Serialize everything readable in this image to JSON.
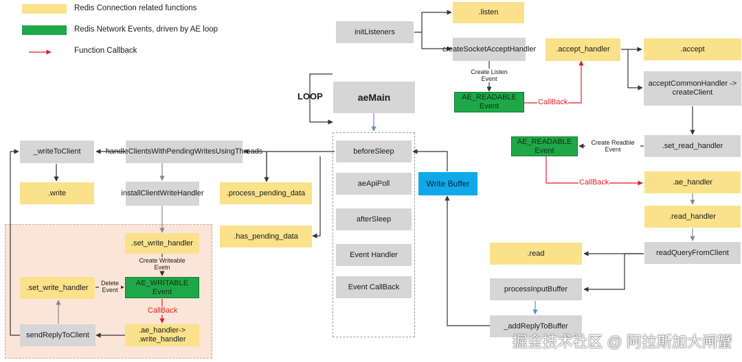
{
  "legend": {
    "yellow": "Redis Connection related functions",
    "green": "Redis Network Events, driven by AE loop",
    "red": "Function Callback"
  },
  "colors": {
    "yellow": "#fbe18a",
    "green": "#1fa847",
    "gray": "#d6d6d6",
    "blue": "#12a9eb",
    "callback": "#e01e1e",
    "panel": "#fbe4d8"
  },
  "nodes": {
    "initListeners": "initListeners",
    "listen": ".listen",
    "createSocketAcceptHandler": "createSocketAcceptHandler",
    "acceptHandler": ".accept_handler",
    "accept": ".accept",
    "aeReadable1": "AE_READABLE Event",
    "acceptCommonHandler": "acceptCommonHandler -> createClient",
    "aeMain": "aeMain",
    "beforeSleep": "beforeSleep",
    "aeApiPoll": "aeApiPoll",
    "afterSleep": "afterSleep",
    "eventHandler": "Event Handler",
    "eventCallBack": "Event CallBack",
    "writeBuffer": "Write Buffer",
    "aeReadable2": "AE_READABLE Event",
    "setReadHandler": ".set_read_handler",
    "aeHandler": ".ae_handler",
    "readHandler": ".read_handler",
    "read": ".read",
    "readQueryFromClient": "readQueryFromClient",
    "processInputBuffer": "processInputBuffer",
    "addReplyToBuffer": "_addReplyToBuffer",
    "writeToClient": "_writeToClient",
    "handleClientsWithPendingWrites": "handleClientsWithPendingWritesUsingThreads",
    "write": ".write",
    "installClientWriteHandler": "installClientWriteHandler",
    "processPendingData": ".process_pending_data",
    "hasPendingData": ".has_pending_data",
    "setWriteHandlerTop": ".set_write_handler",
    "aeWritable": "AE_WRITABLE Event",
    "setWriteHandlerLeft": ".set_write_handler",
    "aeHandlerWrite": ".ae_handler-> .write_handler",
    "sendReplyToClient": "sendReplyToClient"
  },
  "labels": {
    "loop": "LOOP",
    "createListenEvent": "Create Listen Event",
    "createReadbleEvent": "Create Readble Event",
    "createWriteableEvetn": "Create Writeable Evetn",
    "deleteEvent": "Delete Event",
    "callback1": "CallBack",
    "callback2": "CallBack",
    "callback3": "CallBack"
  },
  "watermark": "掘金技术社区 @ 阿拉斯加大闸蟹"
}
